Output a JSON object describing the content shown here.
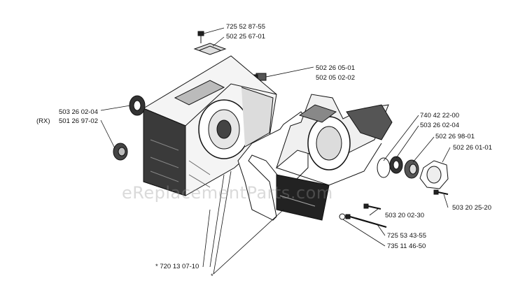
{
  "watermark": "eReplacementParts.com",
  "colors": {
    "ink": "#111111",
    "shade": "#4a4a4a",
    "paper": "#ffffff",
    "watermark": "#969696"
  },
  "callouts": {
    "p725528755": "725 52 87-55",
    "p502256701": "502 25 67-01",
    "p502260501": "502 26 05-01",
    "p502050202": "502 05 02-02",
    "p503260204_left": "503 26 02-04",
    "rx_tag": "(RX)",
    "p501269702": "501 26 97-02",
    "p740422200": "740 42 22-00",
    "p503260204_right": "503 26 02-04",
    "p502269801": "502 26 98-01",
    "p502260101": "502 26 01-01",
    "p503200230": "503 20 02-30",
    "p503202520": "503 20 25-20",
    "p725534355": "725 53 43-55",
    "p735114650": "735 11 46-50",
    "p720130710": "* 720 13 07-10",
    "asterisk": "*"
  }
}
